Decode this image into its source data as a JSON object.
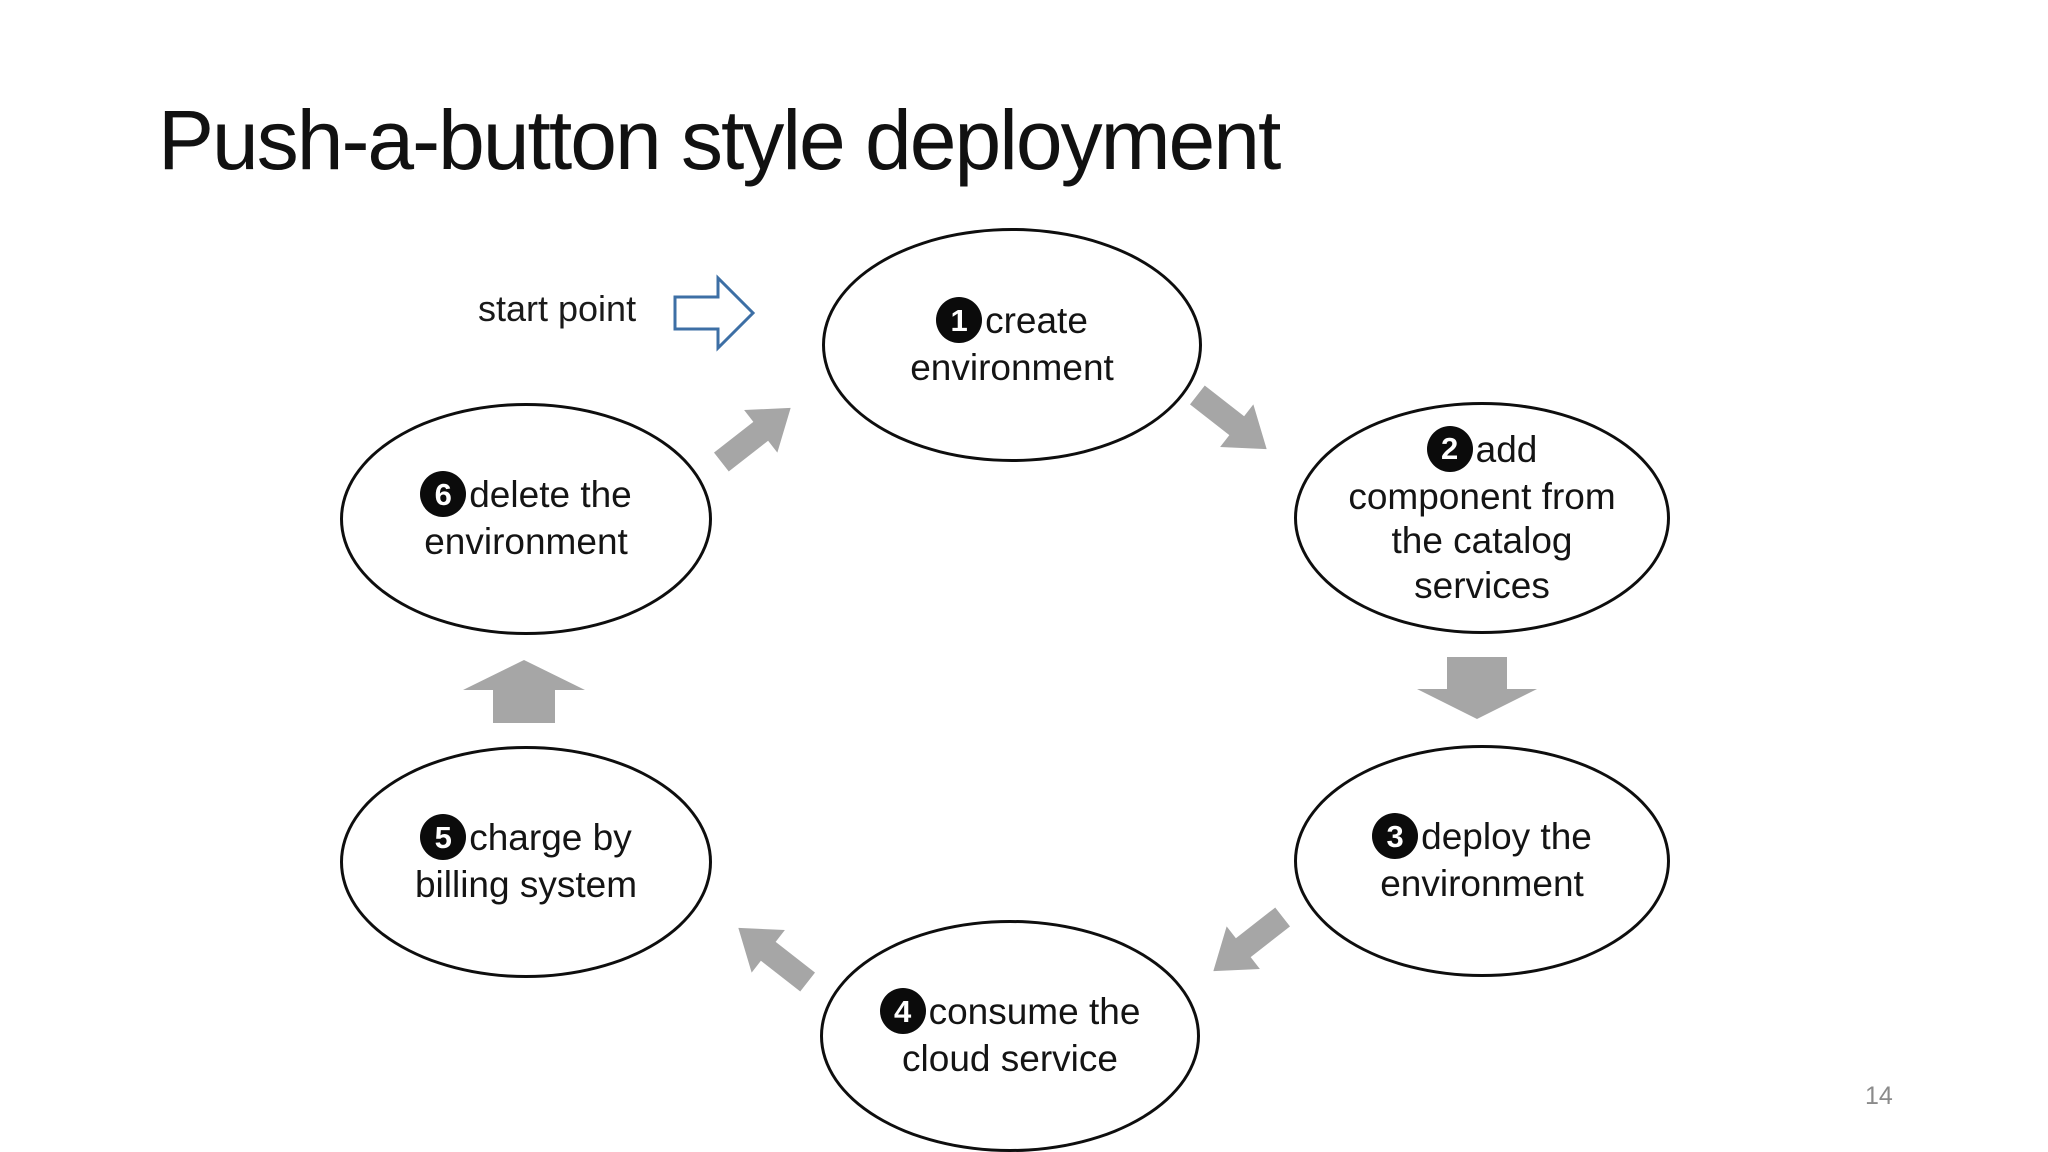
{
  "slide": {
    "title": "Push-a-button style deployment",
    "start_label": "start point",
    "page_number": "14"
  },
  "colors": {
    "arrow_gray": "#a6a6a6",
    "start_arrow_blue": "#3d6fa5",
    "badge_black": "#0b0b0b"
  },
  "diagram": {
    "type": "cycle",
    "direction": "clockwise",
    "steps": [
      {
        "num": "1",
        "label": "create\nenvironment"
      },
      {
        "num": "2",
        "label": "add\ncomponent from\nthe catalog\nservices"
      },
      {
        "num": "3",
        "label": "deploy the\nenvironment"
      },
      {
        "num": "4",
        "label": "consume the\ncloud service"
      },
      {
        "num": "5",
        "label": "charge by\nbilling system"
      },
      {
        "num": "6",
        "label": "delete the\nenvironment"
      }
    ]
  }
}
